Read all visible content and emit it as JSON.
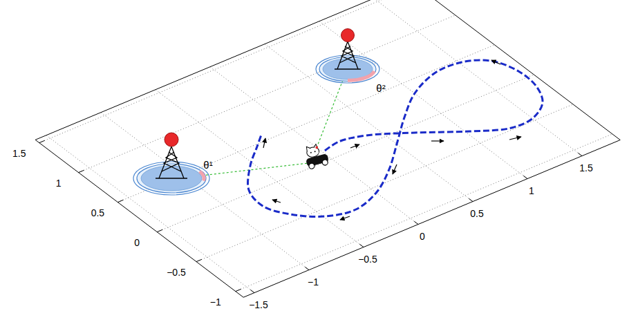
{
  "diagram": {
    "labels": [
      "1.5",
      "1",
      "0.5",
      "0",
      "−0.5",
      "−1",
      "−1.5",
      "−1",
      "−0.5",
      "0",
      "0.5",
      "1",
      "1.5",
      "θ¹",
      "θ²"
    ]
  }
}
